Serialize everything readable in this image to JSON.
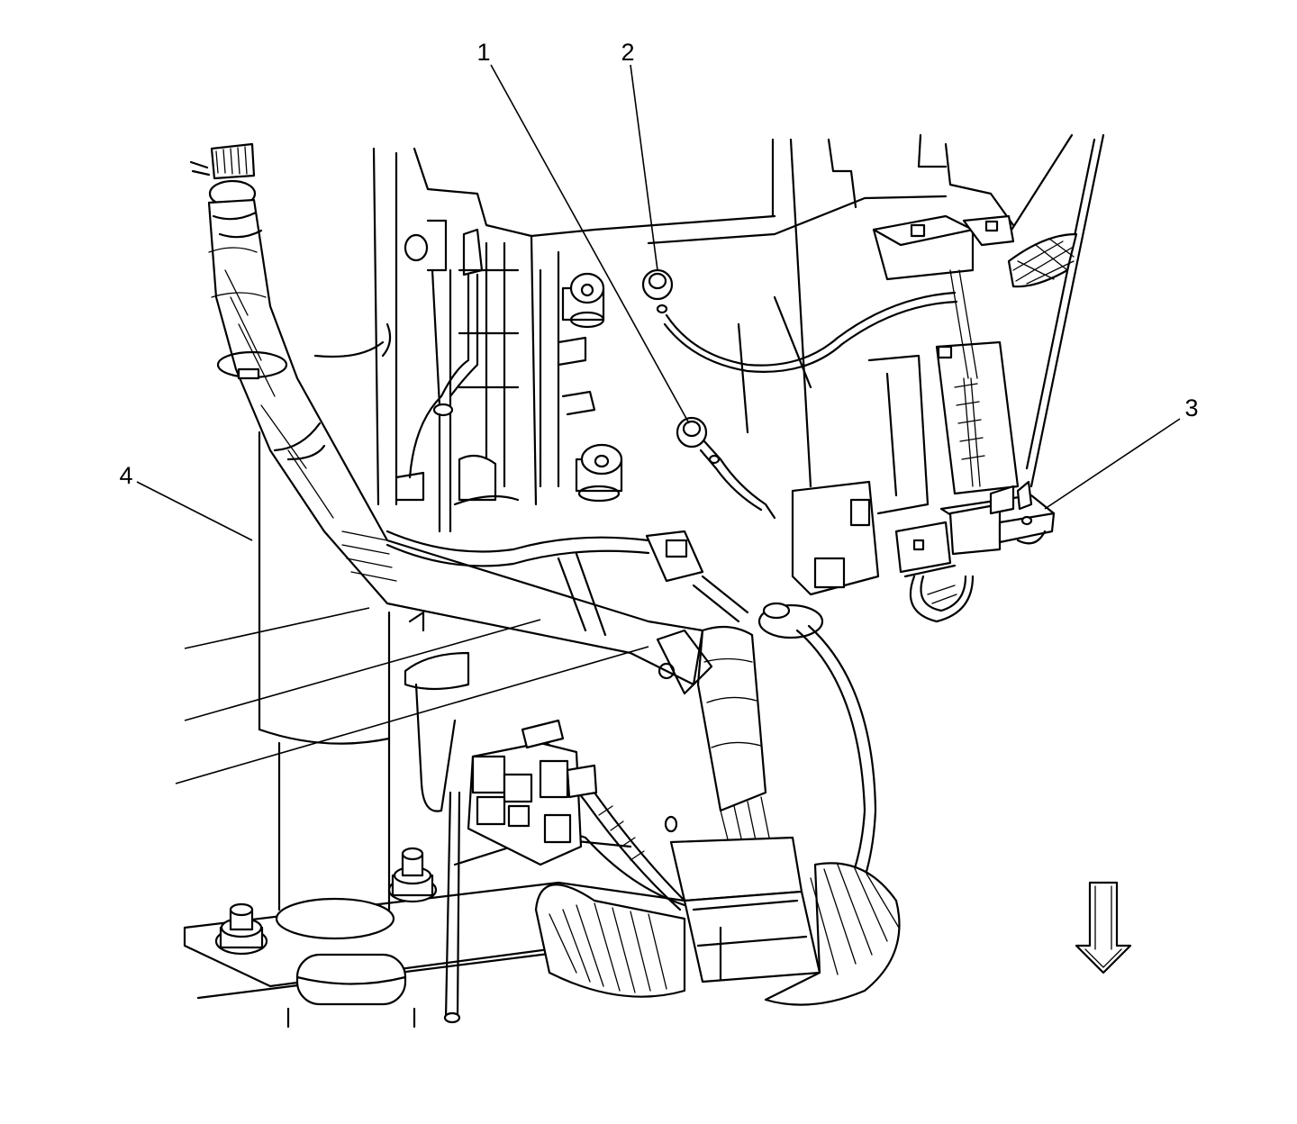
{
  "callouts": [
    {
      "id": "1",
      "label": "1"
    },
    {
      "id": "2",
      "label": "2"
    },
    {
      "id": "3",
      "label": "3"
    },
    {
      "id": "4",
      "label": "4"
    }
  ],
  "icons": {
    "direction": "down-arrow-icon"
  },
  "colors": {
    "line": "#000000",
    "background": "#ffffff"
  }
}
